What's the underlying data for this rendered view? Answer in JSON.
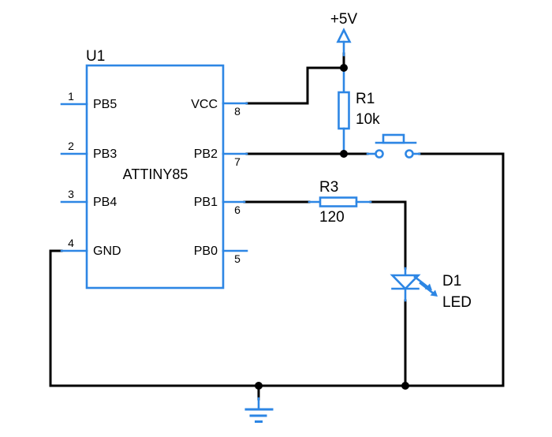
{
  "colors": {
    "component_blue": "#2d86e4",
    "wire_black": "#000000",
    "background": "#ffffff",
    "text": "#000000"
  },
  "power_rail": {
    "label": "+5V"
  },
  "ic": {
    "designator": "U1",
    "name": "ATTINY85",
    "left_pins": [
      {
        "number": "1",
        "label": "PB5"
      },
      {
        "number": "2",
        "label": "PB3"
      },
      {
        "number": "3",
        "label": "PB4"
      },
      {
        "number": "4",
        "label": "GND"
      }
    ],
    "right_pins": [
      {
        "number": "8",
        "label": "VCC"
      },
      {
        "number": "7",
        "label": "PB2"
      },
      {
        "number": "6",
        "label": "PB1"
      },
      {
        "number": "5",
        "label": "PB0"
      }
    ]
  },
  "resistor_r1": {
    "designator": "R1",
    "value": "10k"
  },
  "resistor_r3": {
    "designator": "R3",
    "value": "120"
  },
  "led_d1": {
    "designator": "D1",
    "value": "LED"
  }
}
